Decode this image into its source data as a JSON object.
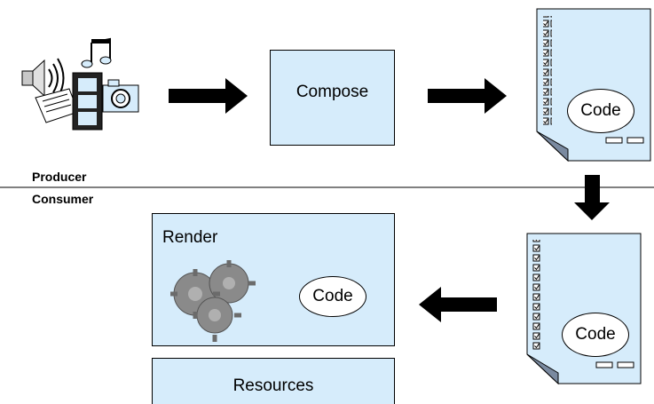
{
  "producer_label": "Producer",
  "consumer_label": "Consumer",
  "compose_label": "Compose",
  "render_label": "Render",
  "resources_label": "Resources",
  "code_label": "Code",
  "colors": {
    "box_fill": "#d6ecfb",
    "arrow": "#000000",
    "line": "#000000"
  },
  "icons": [
    "media-sources-icon",
    "gears-icon",
    "code-document-icon"
  ]
}
